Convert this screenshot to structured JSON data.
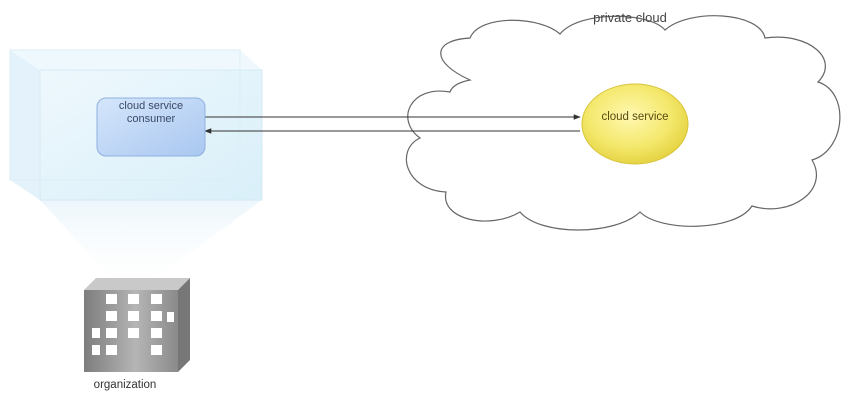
{
  "diagram": {
    "cloud_label": "private cloud",
    "consumer_label": "cloud service consumer",
    "service_label": "cloud service",
    "organization_label": "organization"
  },
  "colors": {
    "consumer_fill": "#bcd5f6",
    "consumer_stroke": "#8fb0df",
    "service_fill": "#f4e870",
    "service_stroke": "#d8c43a",
    "zone_fill": "#e6f4fb",
    "building": "#9a9a9a"
  }
}
